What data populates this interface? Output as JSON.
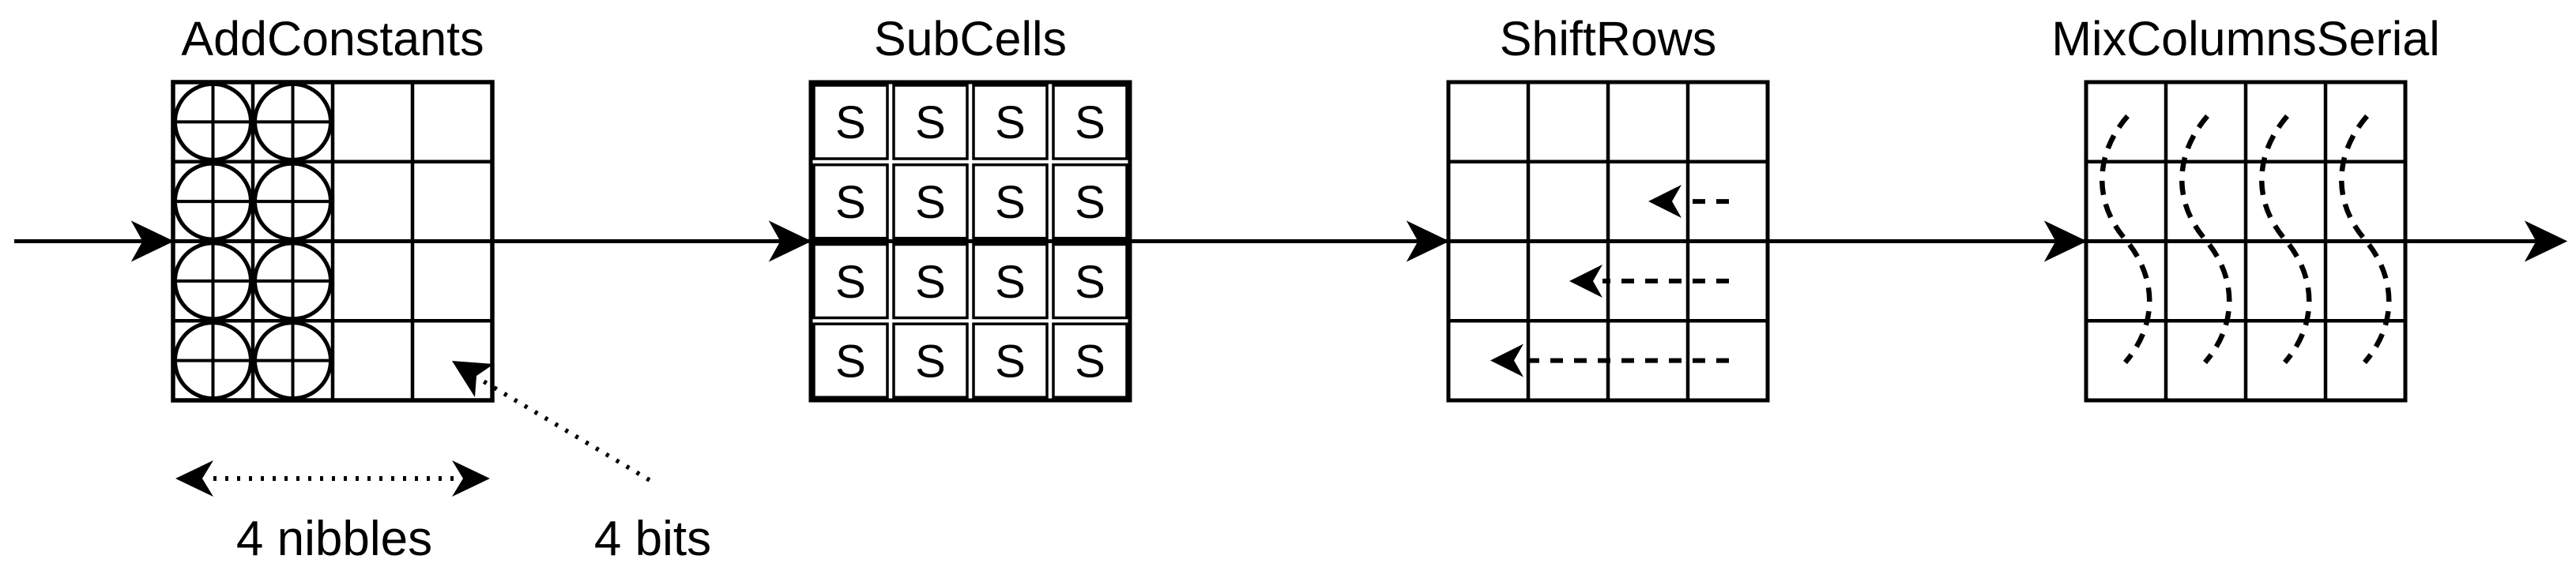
{
  "figure": {
    "background_color": "#ffffff",
    "ink_color": "#000000",
    "blocks": [
      {
        "id": "add-constants",
        "title": "AddConstants"
      },
      {
        "id": "sub-cells",
        "title": "SubCells",
        "sbox_label": "S"
      },
      {
        "id": "shift-rows",
        "title": "ShiftRows",
        "row_shifts": [
          0,
          1,
          2,
          3
        ]
      },
      {
        "id": "mix-columns-serial",
        "title": "MixColumnsSerial"
      }
    ],
    "annotations": {
      "nibbles_label": "4 nibbles",
      "bits_label": "4 bits"
    }
  }
}
